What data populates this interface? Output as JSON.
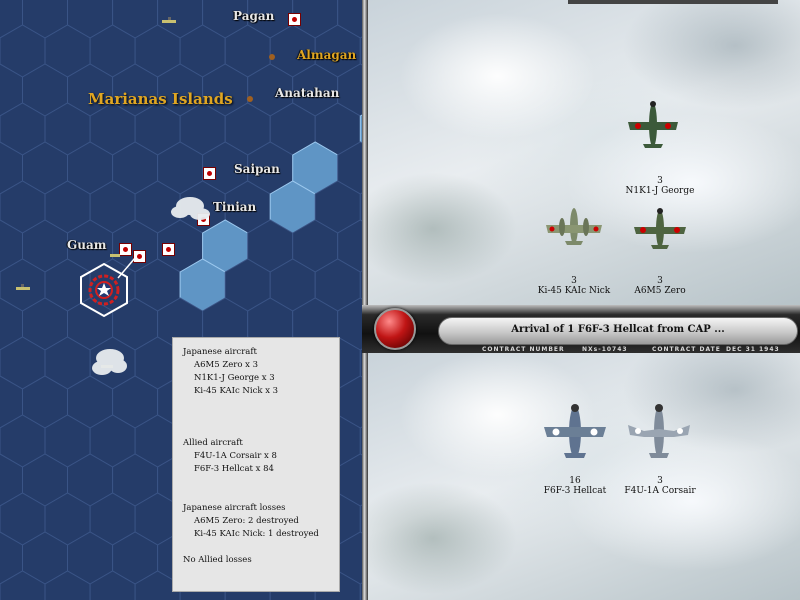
{
  "map": {
    "region_label": "Marianas Islands",
    "places": {
      "pagan": "Pagan",
      "almagan": "Almagan",
      "anatahan": "Anatahan",
      "saipan": "Saipan",
      "tinian": "Tinian",
      "guam": "Guam"
    }
  },
  "combat": {
    "japanese_planes": [
      {
        "name": "N1K1-J George",
        "count": "3",
        "color": "#3c5a3a"
      },
      {
        "name": "Ki-45 KAIc Nick",
        "count": "3",
        "color": "#7d8a6a"
      },
      {
        "name": "A6M5 Zero",
        "count": "3",
        "color": "#4e6440"
      }
    ],
    "allied_planes": [
      {
        "name": "F6F-3 Hellcat",
        "count": "16",
        "color": "#6b7f96"
      },
      {
        "name": "F4U-1A Corsair",
        "count": "3",
        "color": "#8a97a6"
      }
    ]
  },
  "message_bar": {
    "text": "Arrival of 1 F6F-3 Hellcat from  CAP ...",
    "contract_number_label": "CONTRACT NUMBER",
    "contract_number": "NXs-10743",
    "contract_date_label": "CONTRACT DATE",
    "contract_date": "DEC 31 1943"
  },
  "report": {
    "japanese_header": "Japanese aircraft",
    "japanese_items": [
      "A6M5 Zero x 3",
      "N1K1-J George x 3",
      "Ki-45 KAIc Nick x 3"
    ],
    "allied_header": "Allied aircraft",
    "allied_items": [
      "F4U-1A Corsair x 8",
      "F6F-3 Hellcat x 84"
    ],
    "losses_header": "Japanese aircraft losses",
    "losses_items": [
      "A6M5 Zero: 2 destroyed",
      "Ki-45 KAIc Nick: 1 destroyed"
    ],
    "allied_losses": "No Allied losses"
  }
}
